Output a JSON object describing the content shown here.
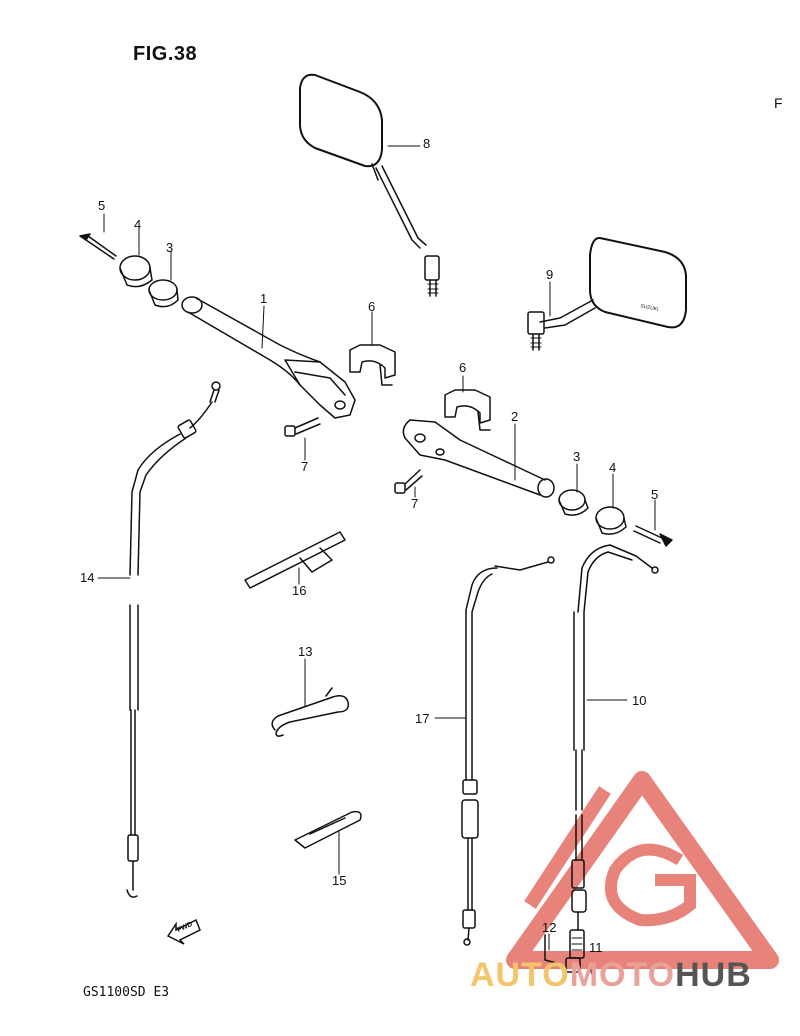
{
  "figure": {
    "title": "FIG.38",
    "model": "GS1100SD  E3",
    "edge_mark": "F"
  },
  "callouts": [
    "1",
    "2",
    "3",
    "3",
    "4",
    "4",
    "5",
    "5",
    "6",
    "6",
    "7",
    "7",
    "8",
    "9",
    "10",
    "11",
    "12",
    "13",
    "14",
    "15",
    "16",
    "17"
  ],
  "fwd_arrow": {
    "label": "FWD",
    "icon": "fwd-arrow-icon"
  },
  "mirror_brand": "SUZUKI",
  "watermark": {
    "part1": "AUTO",
    "part2": "MOTO",
    "part3": "HUB",
    "color_auto": "#f4c46a",
    "color_triangle": "#e05a4e",
    "color_hub": "#555555"
  }
}
